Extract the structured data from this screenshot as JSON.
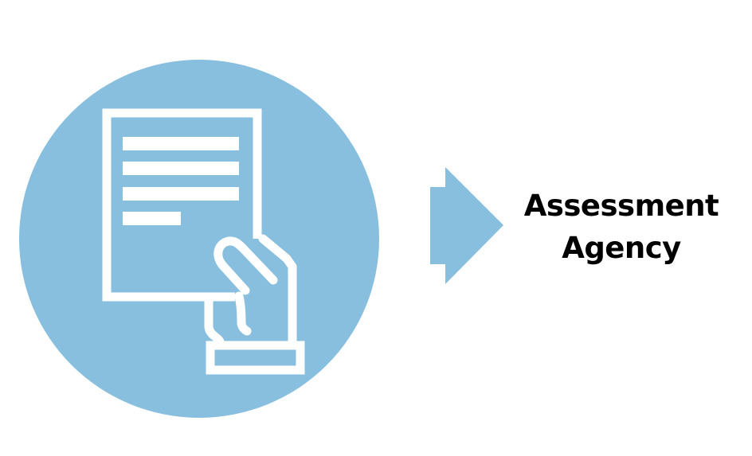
{
  "diagram": {
    "icon": {
      "name": "document-in-hand-icon",
      "circle_color": "#88BFDF",
      "stroke_color": "#FFFFFF"
    },
    "arrow": {
      "name": "right-arrow",
      "color": "#88BFDF"
    },
    "label": {
      "line1": "Assessment",
      "line2": "Agency",
      "color": "#000000"
    }
  }
}
